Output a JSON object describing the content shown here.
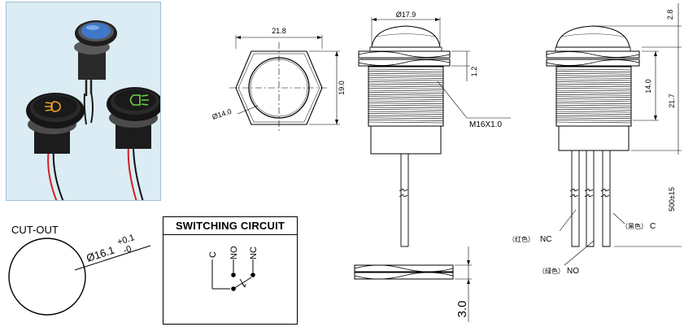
{
  "panels": {
    "cutout": {
      "title": "CUT-OUT",
      "diameter_label": "Ø16.1",
      "tol_plus": "+0.1",
      "tol_minus": "-0"
    },
    "switching": {
      "title": "SWITCHING CIRCUIT",
      "terminals": [
        "C",
        "NO",
        "NC"
      ]
    }
  },
  "front_view": {
    "width": "21.8",
    "height": "19.0",
    "inner_diameter": "Ø14.0"
  },
  "side_view": {
    "cap_diameter": "Ø17.9",
    "nut_gap": "1.2",
    "thread": "M16X1.0",
    "nut_thickness": "3.0"
  },
  "right_view": {
    "cap_height": "2.8",
    "thread_length": "14.0",
    "body_length": "21.7",
    "wire_length": "500±15",
    "wire_labels": [
      {
        "cn": "（红色）",
        "pin": "NC"
      },
      {
        "cn": "（绿色）",
        "pin": "NO"
      },
      {
        "cn": "（黑色）",
        "pin": "C"
      }
    ]
  },
  "colors": {
    "photo_bg": "#dcecf4",
    "button_blue": "#3f78c8",
    "body_black": "#1c1c1c",
    "icon_orange": "#f0a020",
    "icon_green": "#6fd14a",
    "wire_red": "#d42020"
  }
}
